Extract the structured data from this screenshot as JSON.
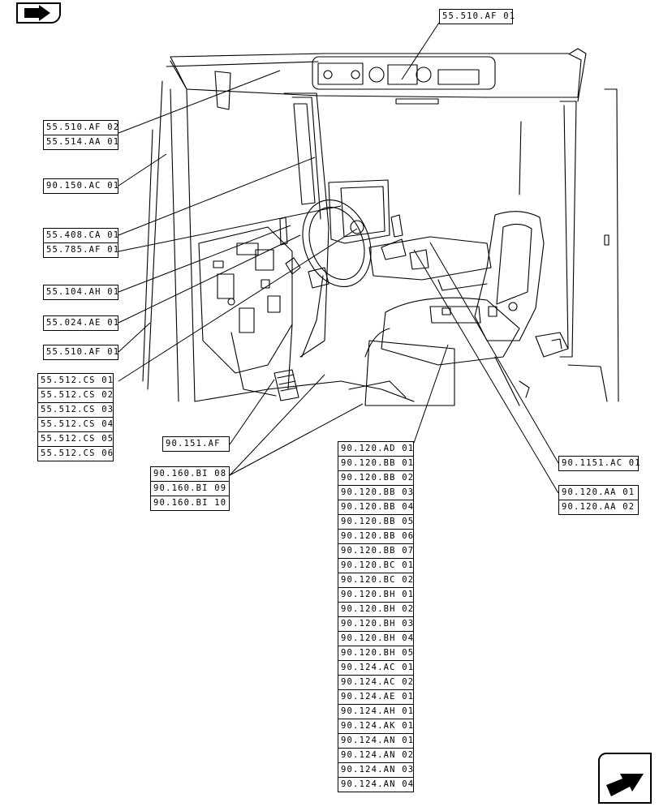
{
  "labels": {
    "top_right": "55.510.AF 01",
    "lights_group": [
      "55.510.AF 02",
      "55.514.AA 01"
    ],
    "pillar": "90.150.AC 01",
    "wiper_group": [
      "55.408.CA 01",
      "55.785.AF 01"
    ],
    "column_switch": "55.104.AH 01",
    "key_switch": "55.024.AE 01",
    "console_lamp": "55.510.AF 01",
    "switch_group": [
      "55.512.CS 01",
      "55.512.CS 02",
      "55.512.CS 03",
      "55.512.CS 04",
      "55.512.CS 05",
      "55.512.CS 06"
    ],
    "pedal": "90.151.AF",
    "mat_group": [
      "90.160.BI 08",
      "90.160.BI 09",
      "90.160.BI 10"
    ],
    "seat_group": [
      "90.120.AD 01",
      "90.120.BB 01",
      "90.120.BB 02",
      "90.120.BB 03",
      "90.120.BB 04",
      "90.120.BB 05",
      "90.120.BB 06",
      "90.120.BB 07",
      "90.120.BC 01",
      "90.120.BC 02",
      "90.120.BH 01",
      "90.120.BH 02",
      "90.120.BH 03",
      "90.120.BH 04",
      "90.120.BH 05",
      "90.124.AC 01",
      "90.124.AC 02",
      "90.124.AE 01",
      "90.124.AH 01",
      "90.124.AK 01",
      "90.124.AN 01",
      "90.124.AN 02",
      "90.124.AN 03",
      "90.124.AN 04"
    ],
    "armrest": "90.1151.AC 01",
    "suspension_group": [
      "90.120.AA 01",
      "90.120.AA 02"
    ]
  },
  "icons": {
    "top_left": "previous-page-icon",
    "bottom_right": "next-page-icon"
  }
}
